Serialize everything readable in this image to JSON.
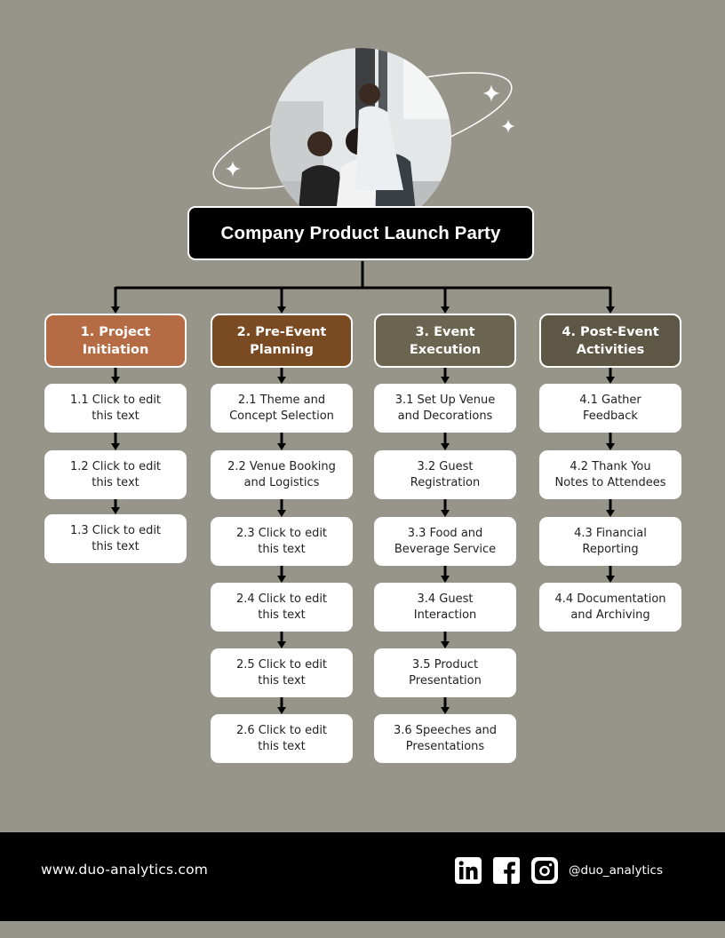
{
  "title": "Company Product Launch Party",
  "colors": {
    "background": "#97958a",
    "title_box": "#000000",
    "footer": "#000000",
    "phase_1": "#b56b44",
    "phase_2": "#7a4a23",
    "phase_3": "#6b6451",
    "phase_4": "#5e5745"
  },
  "phases": [
    {
      "label": "1. Project\nInitiation",
      "tasks": [
        "1.1 Click to edit\nthis text",
        "1.2 Click to edit\nthis text",
        "1.3 Click to edit\nthis text"
      ]
    },
    {
      "label": "2. Pre-Event\nPlanning",
      "tasks": [
        "2.1 Theme and\nConcept Selection",
        "2.2 Venue Booking\nand Logistics",
        "2.3 Click to edit\nthis text",
        "2.4 Click to edit\nthis text",
        "2.5 Click to edit\nthis text",
        "2.6 Click to edit\nthis text"
      ]
    },
    {
      "label": "3. Event\nExecution",
      "tasks": [
        "3.1 Set Up Venue\nand Decorations",
        "3.2 Guest\nRegistration",
        "3.3 Food and\nBeverage Service",
        "3.4 Guest\nInteraction",
        "3.5 Product\nPresentation",
        "3.6 Speeches and\nPresentations"
      ]
    },
    {
      "label": "4. Post-Event\nActivities",
      "tasks": [
        "4.1 Gather\nFeedback",
        "4.2 Thank You\nNotes to Attendees",
        "4.3 Financial\nReporting",
        "4.4 Documentation\nand Archiving"
      ]
    }
  ],
  "footer": {
    "website": "www.duo-analytics.com",
    "handle": "@duo_analytics",
    "social_icons": [
      "linkedin-icon",
      "facebook-icon",
      "instagram-icon"
    ]
  }
}
